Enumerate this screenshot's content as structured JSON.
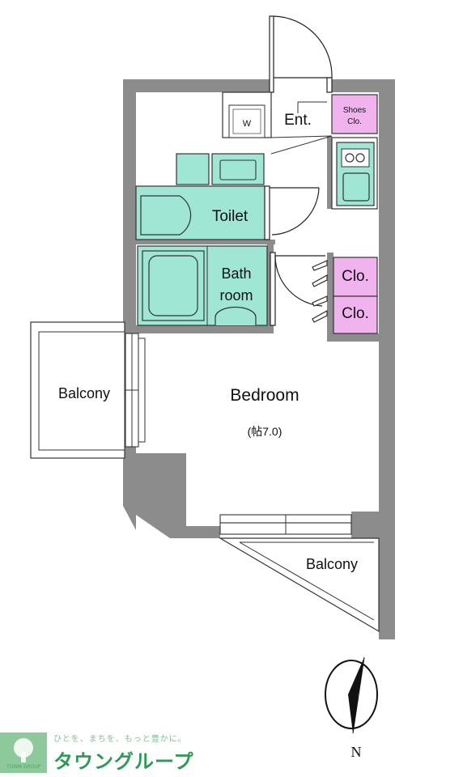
{
  "rooms": {
    "washer": "W",
    "entrance": "Ent.",
    "shoes_closet_line1": "Shoes",
    "shoes_closet_line2": "Clo.",
    "toilet": "Toilet",
    "bath_line1": "Bath",
    "bath_line2": "room",
    "closet_upper": "Clo.",
    "closet_lower": "Clo.",
    "bedroom": "Bedroom",
    "bedroom_size": "(帖7.0)",
    "balcony_west": "Balcony",
    "balcony_south": "Balcony"
  },
  "compass": {
    "north_label": "N"
  },
  "branding": {
    "tagline": "ひとを、まちを、もっと豊かに。",
    "company": "タウングループ",
    "small_label": "TOWN GROUP"
  },
  "colors": {
    "wall": "#8c8c8c",
    "wet_area": "#9fe6d4",
    "closet": "#f0b3ee",
    "logo_green": "#2e9a55"
  }
}
